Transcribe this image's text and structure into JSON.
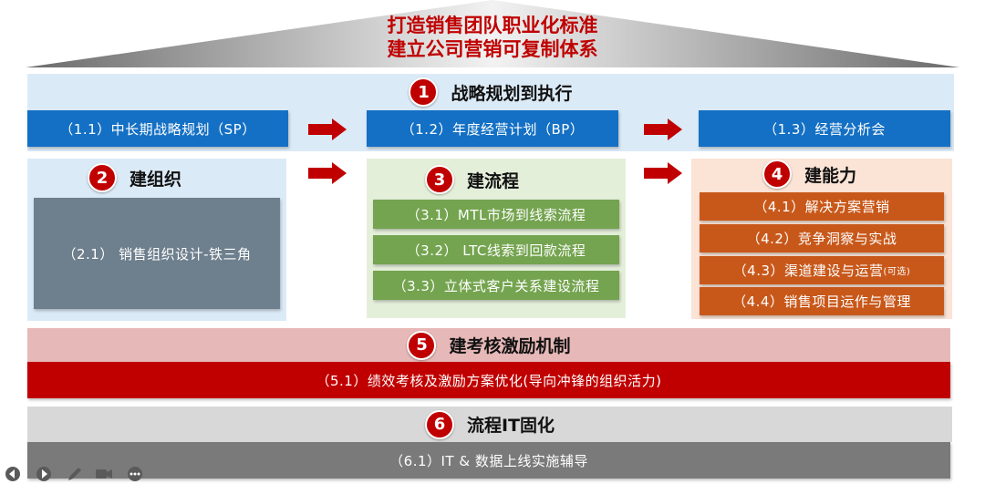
{
  "roof": {
    "line1": "打造销售团队职业化标准",
    "line2": "建立公司营销可复制体系"
  },
  "section1": {
    "num": "1",
    "title": "战略规划到执行",
    "items": [
      "（1.1）中长期战略规划（SP）",
      "（1.2）年度经营计划（BP）",
      "（1.3）经营分析会"
    ]
  },
  "section2": {
    "num": "2",
    "title": "建组织",
    "items": [
      "（2.1） 销售组织设计-铁三角"
    ]
  },
  "section3": {
    "num": "3",
    "title": "建流程",
    "items": [
      "（3.1）MTL市场到线索流程",
      "（3.2） LTC线索到回款流程",
      "（3.3）立体式客户关系建设流程"
    ]
  },
  "section4": {
    "num": "4",
    "title": "建能力",
    "items": [
      "（4.1）解决方案营销",
      "（4.2）竞争洞察与实战",
      "（4.3）渠道建设与运营",
      "（4.4）销售项目运作与管理"
    ],
    "item3_note": "(可选)"
  },
  "section5": {
    "num": "5",
    "title": "建考核激励机制",
    "items": [
      "（5.1）绩效考核及激励方案优化(导向冲锋的组织活力)"
    ]
  },
  "section6": {
    "num": "6",
    "title": "流程IT固化",
    "items": [
      "（6.1）IT & 数据上线实施辅导"
    ]
  },
  "colors": {
    "accent_red": "#c00000",
    "blue": "#1470c4",
    "green": "#74a44f",
    "orange": "#c8581a",
    "slate": "#6e7f8d",
    "grey": "#7a7a7a"
  },
  "toolbar_icons": [
    "prev-icon",
    "play-icon",
    "pen-icon",
    "camera-icon",
    "more-icon"
  ]
}
